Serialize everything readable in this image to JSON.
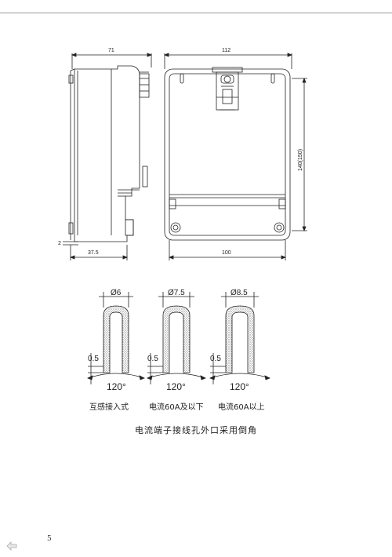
{
  "drawing": {
    "side_view": {
      "width_label": "71",
      "offset_label": "37.5",
      "step_label": "2"
    },
    "front_view": {
      "width_label": "112",
      "bottom_label": "100",
      "height_label": "140(150)"
    }
  },
  "terminals": [
    {
      "diameter": "Ø6",
      "depth": "0.5",
      "angle": "120°",
      "caption": "互感接入式"
    },
    {
      "diameter": "Ø7.5",
      "depth": "0.5",
      "angle": "120°",
      "caption": "电流60A及以下"
    },
    {
      "diameter": "Ø8.5",
      "depth": "0.5",
      "angle": "120°",
      "caption": "电流60A以上"
    }
  ],
  "main_caption": "电流端子接线孔外口采用倒角",
  "page_number": "5"
}
